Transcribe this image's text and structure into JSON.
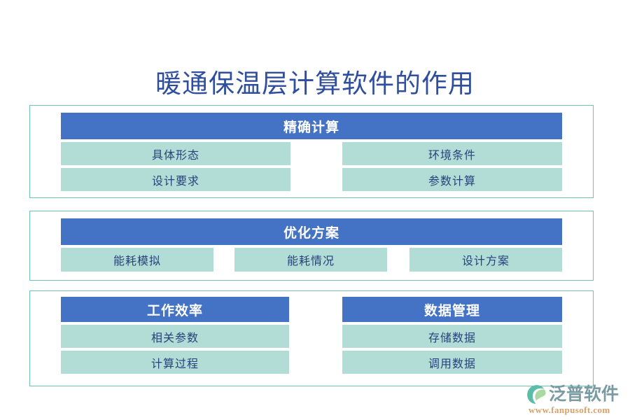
{
  "title": "暖通保温层计算软件的作用",
  "colors": {
    "header_bar": "#4472C4",
    "item_cell": "#B2DDD7",
    "frame_border": "#6EC3B2",
    "title_text": "#2F4F9E",
    "cell_text": "#27417A",
    "logo_mark": "#5BBCA8",
    "logo_name": "#7A9BA4",
    "logo_url": "#D9A06A",
    "background": "#FFFFFF"
  },
  "sections": [
    {
      "id": "section-1",
      "header": "精确计算",
      "columns": [
        {
          "items": [
            "具体形态",
            "设计要求"
          ]
        },
        {
          "items": [
            "环境条件",
            "参数计算"
          ]
        }
      ]
    },
    {
      "id": "section-2",
      "header": "优化方案",
      "items": [
        "能耗模拟",
        "能耗情况",
        "设计方案"
      ]
    },
    {
      "id": "section-3",
      "groups": [
        {
          "header": "工作效率",
          "items": [
            "相关参数",
            "计算过程"
          ]
        },
        {
          "header": "数据管理",
          "items": [
            "存储数据",
            "调用数据"
          ]
        }
      ]
    }
  ],
  "logo": {
    "mark_name": "fanpu-swoosh-logo",
    "name": "泛普软件",
    "url": "www.fanpusoft.com"
  }
}
